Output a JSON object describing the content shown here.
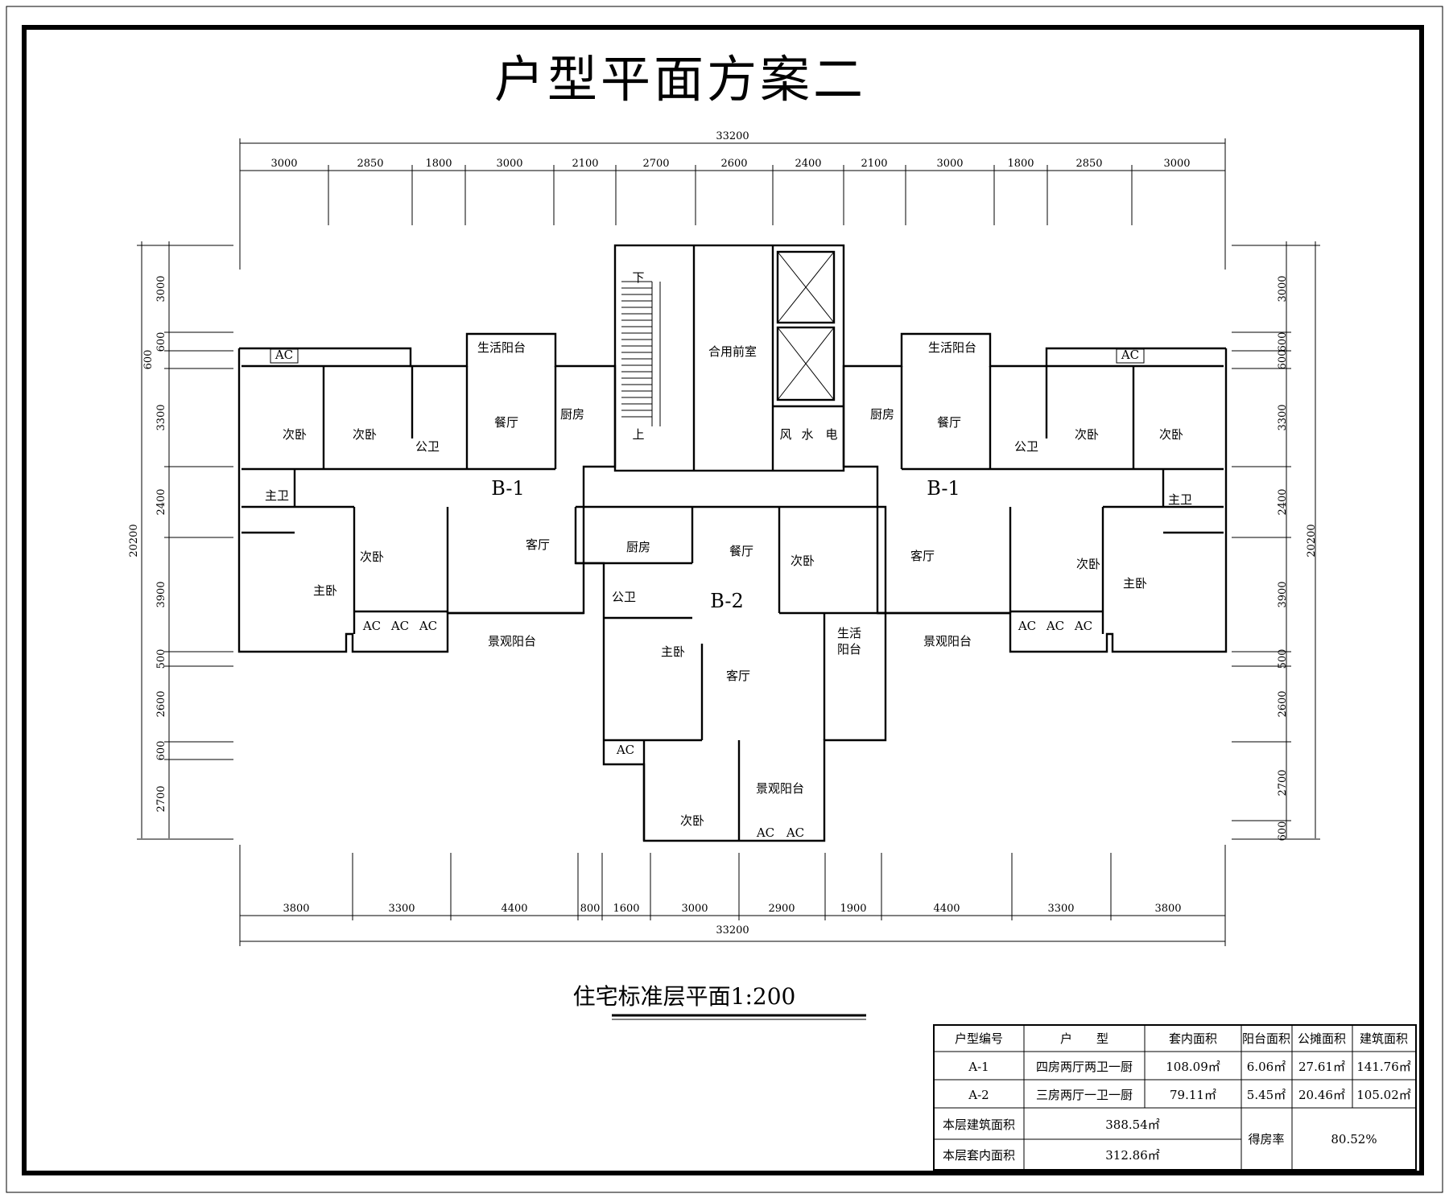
{
  "title": "户型平面方案二",
  "subtitle": "住宅标准层平面1:200",
  "top_dims": {
    "total": "33200",
    "segments": [
      "3000",
      "2850",
      "1800",
      "3000",
      "2100",
      "2700",
      "2600",
      "2400",
      "2100",
      "3000",
      "1800",
      "2850",
      "3000"
    ]
  },
  "bottom_dims": {
    "total": "33200",
    "segments": [
      "3800",
      "3300",
      "4400",
      "800",
      "1600",
      "3000",
      "2900",
      "1900",
      "4400",
      "3300",
      "3800"
    ]
  },
  "left_dims": {
    "total": "20200",
    "segments": [
      "3000",
      "600",
      "600",
      "3300",
      "2400",
      "3900",
      "500",
      "2600",
      "600",
      "2700"
    ]
  },
  "right_dims": {
    "total": "20200",
    "segments": [
      "3000",
      "600",
      "600",
      "3300",
      "2400",
      "3900",
      "500",
      "2600",
      "2700",
      "600"
    ]
  },
  "units": {
    "b1_left": "B-1",
    "b1_right": "B-1",
    "b2": "B-2"
  },
  "rooms": {
    "shenghuo_yangtai": "生活阳台",
    "ci_wo": "次卧",
    "gong_wei": "公卫",
    "can_ting": "餐厅",
    "chu_fang": "厨房",
    "he_yong_qian_shi": "合用前室",
    "zhu_wei": "主卫",
    "zhu_wo": "主卧",
    "ke_ting": "客厅",
    "jingguan_yangtai": "景观阳台",
    "shenghuo": "生活",
    "yangtai": "阳台",
    "ac": "AC",
    "stair_down": "下",
    "stair_up": "上",
    "feng": "风",
    "shui": "水",
    "dian": "电"
  },
  "table": {
    "headers": [
      "户型编号",
      "户　　型",
      "套内面积",
      "阳台面积",
      "公摊面积",
      "建筑面积"
    ],
    "rows": [
      [
        "A-1",
        "四房两厅两卫一厨",
        "108.09㎡",
        "6.06㎡",
        "27.61㎡",
        "141.76㎡"
      ],
      [
        "A-2",
        "三房两厅一卫一厨",
        "79.11㎡",
        "5.45㎡",
        "20.46㎡",
        "105.02㎡"
      ]
    ],
    "floor_building_area_label": "本层建筑面积",
    "floor_building_area_value": "388.54㎡",
    "floor_inner_area_label": "本层套内面积",
    "floor_inner_area_value": "312.86㎡",
    "ratio_label": "得房率",
    "ratio_value": "80.52%"
  }
}
